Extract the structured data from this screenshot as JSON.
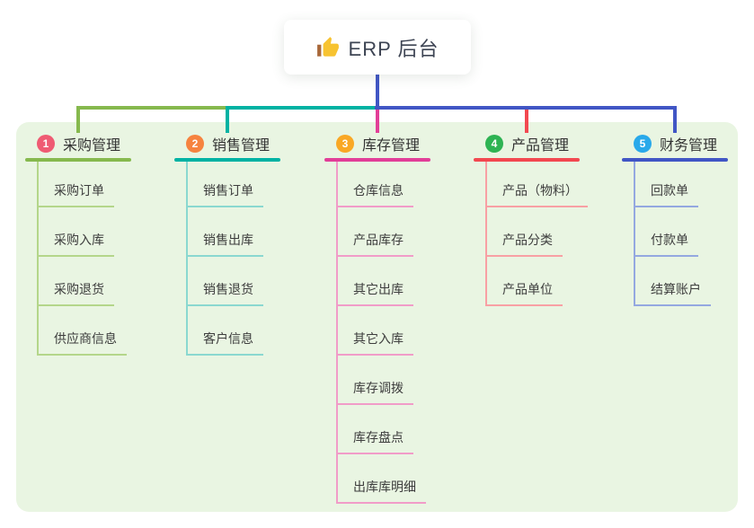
{
  "root": {
    "label": "ERP 后台",
    "icon": "thumbs-up-icon"
  },
  "colors": {
    "page_bg": "#ffffff",
    "panel_bg": "#e9f5e2",
    "root_connector": "#4156c5",
    "root_text": "#3d4453"
  },
  "branches": [
    {
      "index": "1",
      "label": "采购管理",
      "badge_color": "#ef5b73",
      "line_color": "#86b94e",
      "light_color": "#b4d68a",
      "children": [
        "采购订单",
        "采购入库",
        "采购退货",
        "供应商信息"
      ]
    },
    {
      "index": "2",
      "label": "销售管理",
      "badge_color": "#f6833f",
      "line_color": "#00b2a3",
      "light_color": "#8ad8d0",
      "children": [
        "销售订单",
        "销售出库",
        "销售退货",
        "客户信息"
      ]
    },
    {
      "index": "3",
      "label": "库存管理",
      "badge_color": "#f9a825",
      "line_color": "#e23e98",
      "light_color": "#f19cc8",
      "children": [
        "仓库信息",
        "产品库存",
        "其它出库",
        "其它入库",
        "库存调拨",
        "库存盘点",
        "出库库明细"
      ]
    },
    {
      "index": "4",
      "label": "产品管理",
      "badge_color": "#2eb353",
      "line_color": "#f24850",
      "light_color": "#f8a0a4",
      "children": [
        "产品（物料）",
        "产品分类",
        "产品单位"
      ]
    },
    {
      "index": "5",
      "label": "财务管理",
      "badge_color": "#29a9ea",
      "line_color": "#4156c5",
      "light_color": "#94a8e0",
      "children": [
        "回款单",
        "付款单",
        "结算账户"
      ]
    }
  ]
}
